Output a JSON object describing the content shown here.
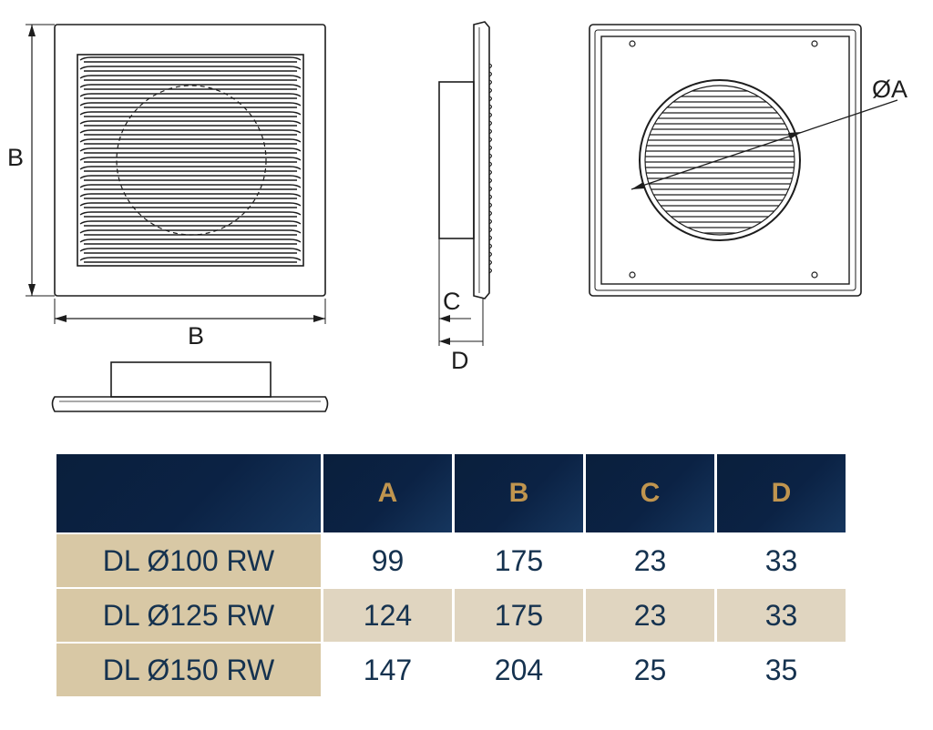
{
  "drawing": {
    "front_height_label": "B",
    "front_width_label": "B",
    "side_depth_label_c": "C",
    "side_depth_label_d": "D",
    "back_diameter_label": "ØA"
  },
  "table": {
    "header_color": "#0b2244",
    "header_text_color": "#c0954f",
    "model_cell_color": "#d8c8a5",
    "columns": [
      "",
      "A",
      "B",
      "C",
      "D"
    ],
    "rows": [
      {
        "model": "DL Ø100 RW",
        "values": [
          "99",
          "175",
          "23",
          "33"
        ]
      },
      {
        "model": "DL Ø125 RW",
        "values": [
          "124",
          "175",
          "23",
          "33"
        ]
      },
      {
        "model": "DL Ø150 RW",
        "values": [
          "147",
          "204",
          "25",
          "35"
        ]
      }
    ]
  }
}
